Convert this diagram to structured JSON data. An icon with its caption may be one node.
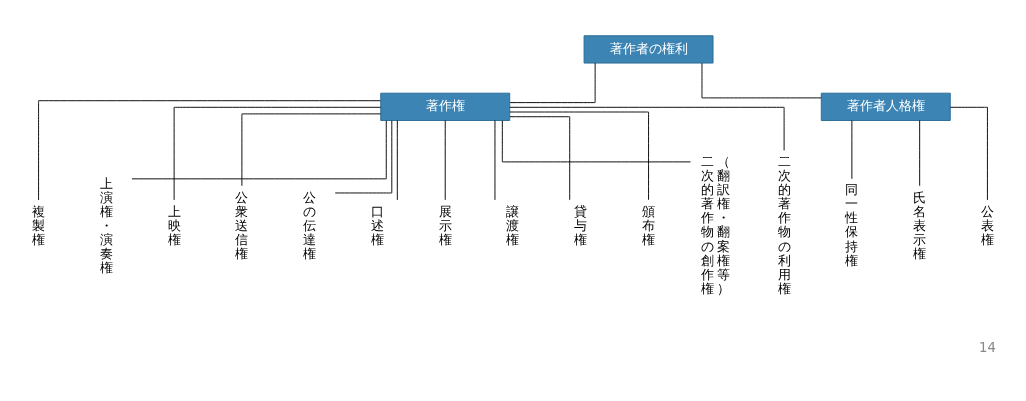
{
  "diagram": {
    "nodes": [
      {
        "text": [
          "著作者の権利"
        ]
      },
      {
        "text": [
          "著作権"
        ]
      },
      {
        "text": [
          "著作者人格権"
        ]
      },
      {
        "text": [
          "複製権"
        ]
      },
      {
        "text": [
          "上演権・演奏権"
        ]
      },
      {
        "text": [
          "上映権"
        ]
      },
      {
        "text": [
          "公衆送信権"
        ]
      },
      {
        "text": [
          "公の伝達権"
        ]
      },
      {
        "text": [
          "口述権"
        ]
      },
      {
        "text": [
          "展示権"
        ]
      },
      {
        "text": [
          "譲渡権"
        ]
      },
      {
        "text": [
          "貸与権"
        ]
      },
      {
        "text": [
          "頒布権"
        ]
      },
      {
        "text": [
          "二次的著作物の創作権",
          "（翻訳権・翻案権等）"
        ]
      },
      {
        "text": [
          "二次的著作物の利用権"
        ]
      },
      {
        "text": [
          "同一性保持権"
        ]
      },
      {
        "text": [
          "氏名表示権"
        ]
      },
      {
        "text": [
          "公表権"
        ]
      }
    ],
    "edges": [
      {
        "from": 0,
        "to": 1,
        "arrow": "none"
      },
      {
        "from": 0,
        "to": 2,
        "arrow": "none"
      },
      {
        "from": 1,
        "to": 3,
        "arrow": "none"
      },
      {
        "from": 1,
        "to": 4,
        "arrow": "none"
      },
      {
        "from": 1,
        "to": 5,
        "arrow": "none"
      },
      {
        "from": 1,
        "to": 6,
        "arrow": "none"
      },
      {
        "from": 1,
        "to": 7,
        "arrow": "none"
      },
      {
        "from": 1,
        "to": 8,
        "arrow": "none"
      },
      {
        "from": 1,
        "to": 9,
        "arrow": "none"
      },
      {
        "from": 1,
        "to": 10,
        "arrow": "none"
      },
      {
        "from": 1,
        "to": 11,
        "arrow": "none"
      },
      {
        "from": 1,
        "to": 12,
        "arrow": "none"
      },
      {
        "from": 1,
        "to": 13,
        "arrow": "none"
      },
      {
        "from": 1,
        "to": 14,
        "arrow": "none"
      },
      {
        "from": 2,
        "to": 15,
        "arrow": "none"
      },
      {
        "from": 2,
        "to": 16,
        "arrow": "none"
      },
      {
        "from": 2,
        "to": 17,
        "arrow": "none"
      }
    ],
    "labels": [
      "14"
    ]
  }
}
